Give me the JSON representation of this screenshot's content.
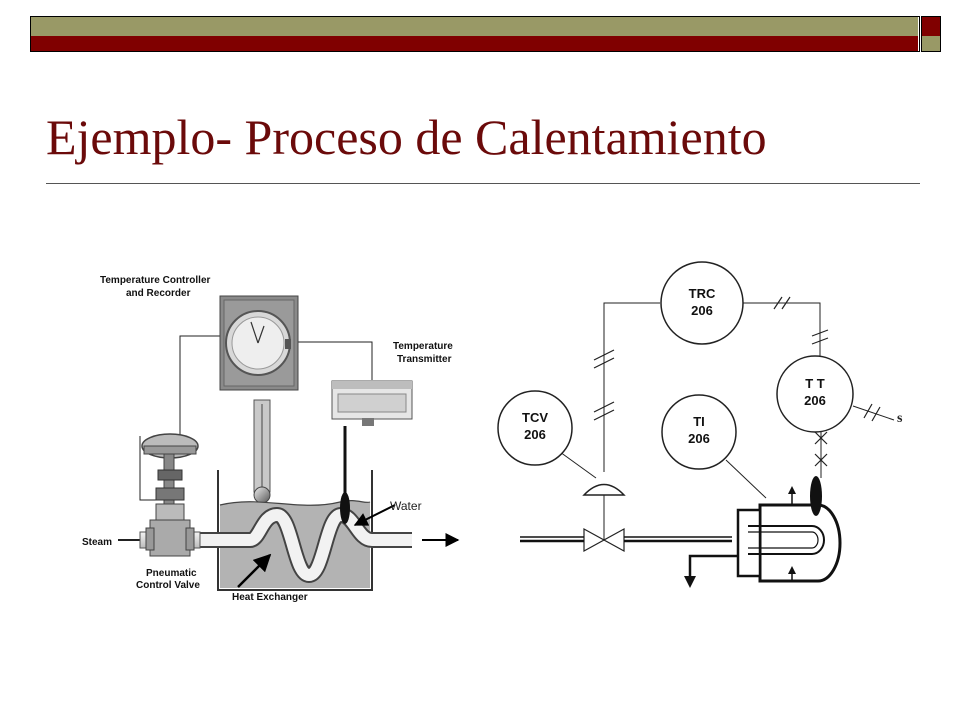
{
  "slide": {
    "title": "Ejemplo- Proceso de Calentamiento"
  },
  "left": {
    "controller_line1": "Temperature Controller",
    "controller_line2": "and Recorder",
    "transmitter_line1": "Temperature",
    "transmitter_line2": "Transmitter",
    "water": "Water",
    "steam": "Steam",
    "valve_line1": "Pneumatic",
    "valve_line2": "Control Valve",
    "heat_exchanger": "Heat Exchanger"
  },
  "right": {
    "trc": {
      "tag": "TRC",
      "num": "206"
    },
    "tt": {
      "tag": "T T",
      "num": "206"
    },
    "tcv": {
      "tag": "TCV",
      "num": "206"
    },
    "ti": {
      "tag": "TI",
      "num": "206"
    },
    "s_label": "s"
  },
  "colors": {
    "bar_light": "#999966",
    "bar_dark": "#800000",
    "title": "#6b0a0a"
  }
}
